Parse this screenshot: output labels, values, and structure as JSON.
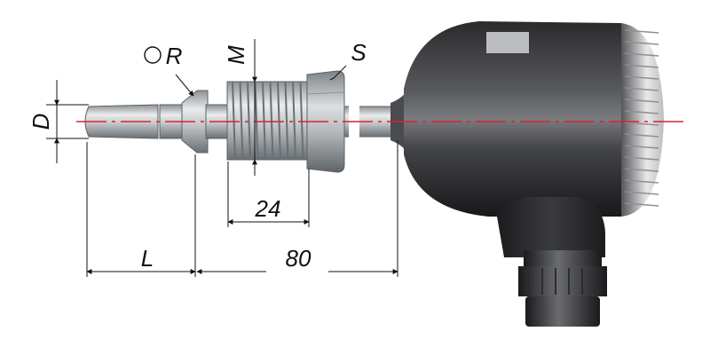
{
  "labels": {
    "D": "D",
    "R": "R",
    "M": "M",
    "S": "S",
    "L": "L",
    "len_24": "24",
    "len_80": "80"
  },
  "colors": {
    "axis": "#e0202a",
    "metal_light": "#d9dcde",
    "metal_mid": "#9ea3a7",
    "metal_dark": "#5d6266",
    "housing_dark": "#1f1f21",
    "housing_mid": "#4a4b4e",
    "dim_line": "#111111"
  },
  "icons": [
    "radius-symbol-icon"
  ]
}
